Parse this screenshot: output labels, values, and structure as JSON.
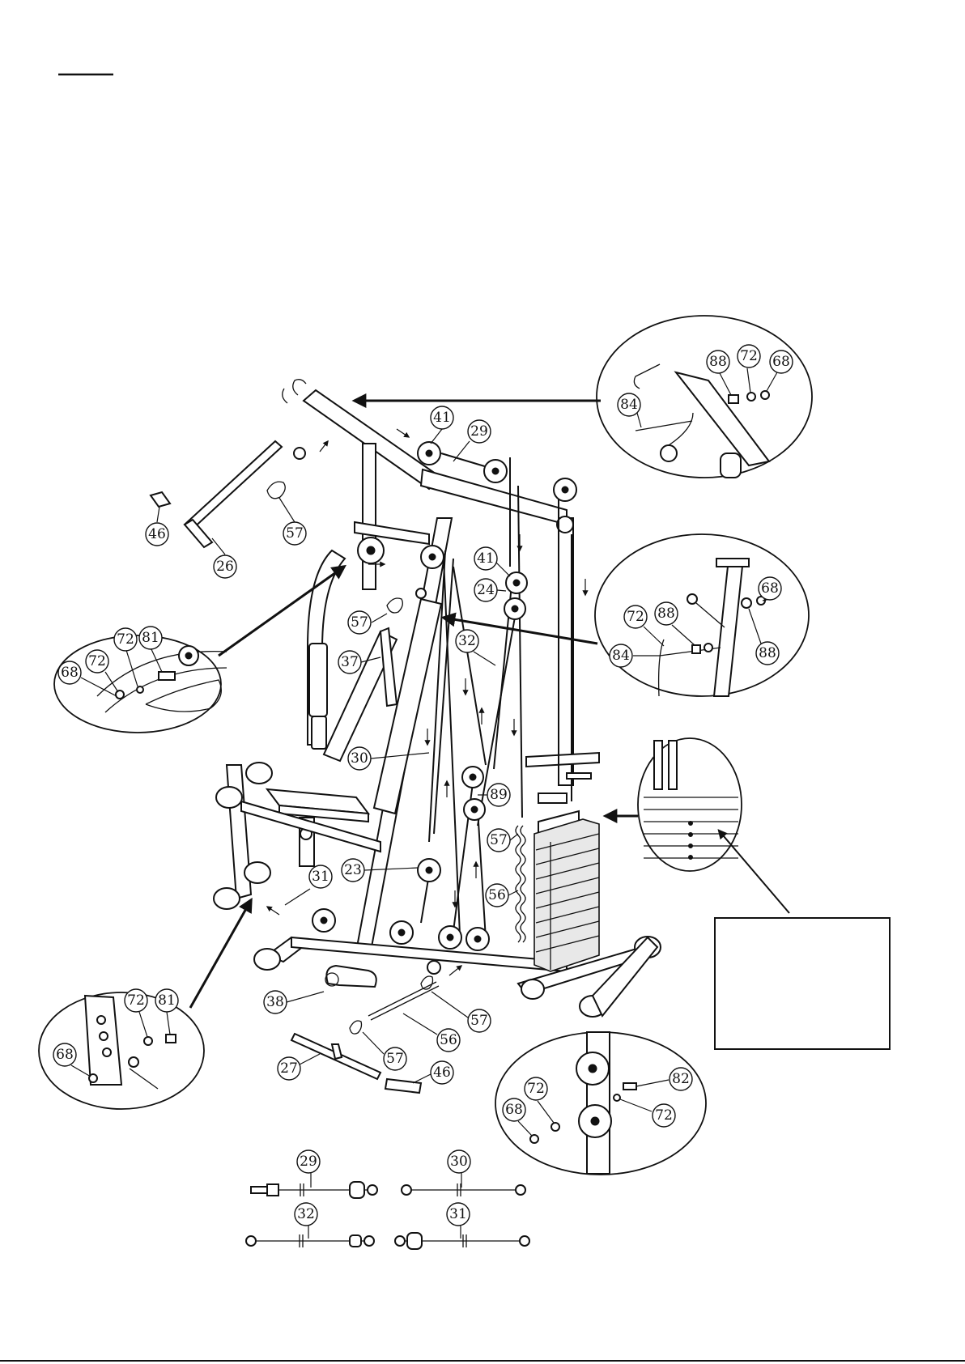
{
  "diagram": {
    "part_numbers": {
      "p41_top": "41",
      "p29_top": "29",
      "p46_top": "46",
      "p26": "26",
      "p57_top": "57",
      "p41_mid": "41",
      "p24": "24",
      "p32_main": "32",
      "p57_mid": "57",
      "p37": "37",
      "p30_main": "30",
      "p89": "89",
      "p57_stack": "57",
      "p23": "23",
      "p31_main": "31",
      "p56_stack": "56",
      "p38": "38",
      "p57_low": "57",
      "p56_low": "56",
      "p27": "27",
      "p57_bottom": "57",
      "p46_bottom": "46"
    },
    "detail_top_right": {
      "a": "88",
      "b": "72",
      "c": "68",
      "d": "84"
    },
    "detail_mid_right": {
      "a": "68",
      "b": "72",
      "c": "88",
      "d": "84",
      "e": "88"
    },
    "detail_left_upper": {
      "a": "72",
      "b": "81",
      "c": "72",
      "d": "68"
    },
    "detail_left_lower": {
      "a": "72",
      "b": "81",
      "c": "68"
    },
    "detail_bottom_right": {
      "a": "82",
      "b": "72",
      "c": "68",
      "d": "72"
    },
    "cable_legend": [
      {
        "label": "29"
      },
      {
        "label": "30"
      },
      {
        "label": "32"
      },
      {
        "label": "31"
      }
    ]
  }
}
